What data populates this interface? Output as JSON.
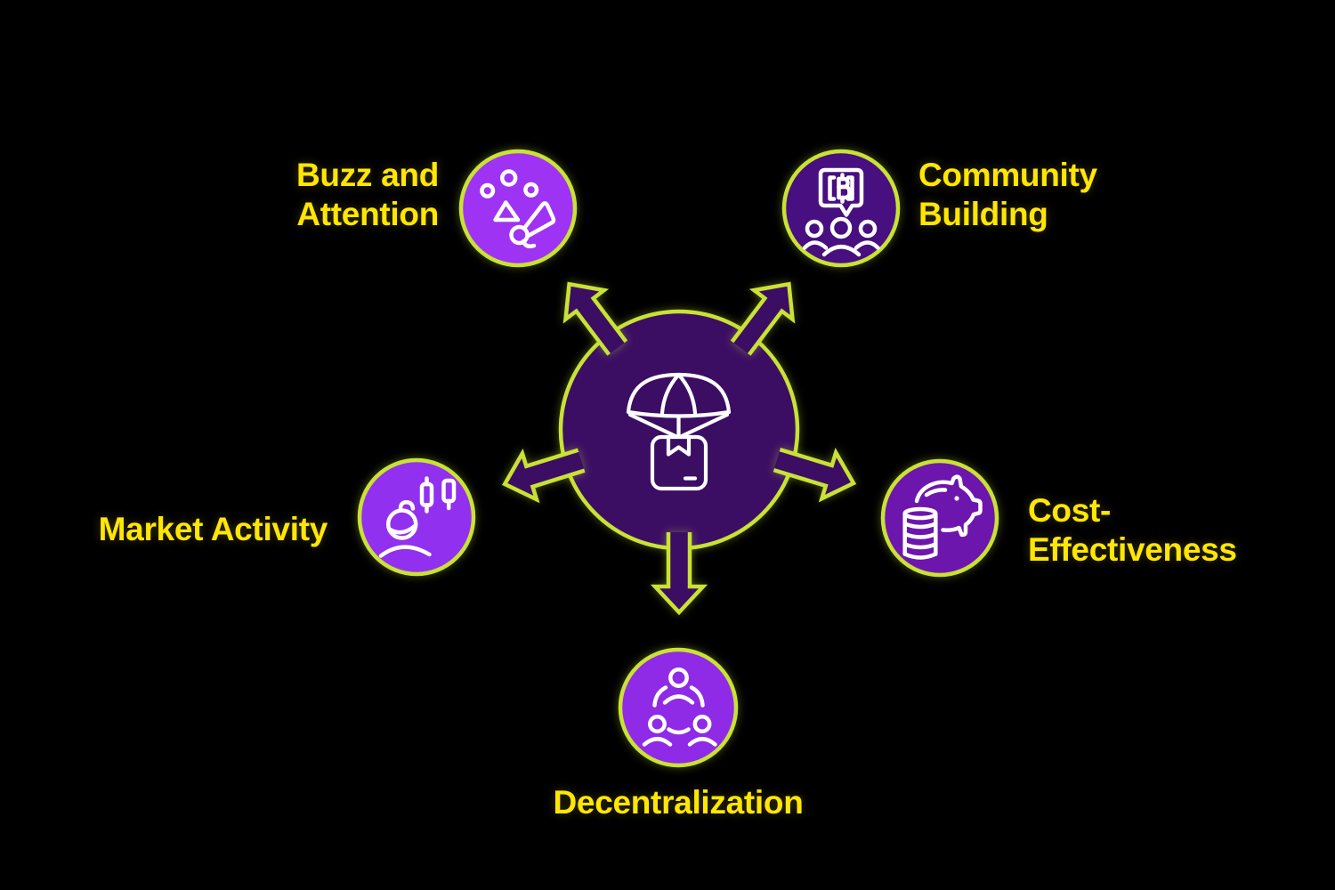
{
  "colors": {
    "background": "#000000",
    "accent_green": "#c9e235",
    "label_yellow": "#ffe606",
    "hub_purple": "#3b0e64",
    "icon_white": "#ffffff"
  },
  "hub": {
    "icon": "airdrop-parachute-box-icon"
  },
  "nodes": [
    {
      "id": "buzz-and-attention",
      "label": "Buzz and\nAttention",
      "icon": "megaphone-icon",
      "fill": "#9e33f3"
    },
    {
      "id": "community-building",
      "label": "Community\nBuilding",
      "icon": "bitcoin-speech-community-icon",
      "fill": "#470f80"
    },
    {
      "id": "market-activity",
      "label": "Market Activity",
      "icon": "trader-candlesticks-icon",
      "fill": "#9230f0"
    },
    {
      "id": "cost-effectiveness",
      "label": "Cost-\nEffectiveness",
      "icon": "piggy-bank-coins-icon",
      "fill": "#6d16ad"
    },
    {
      "id": "decentralization",
      "label": "Decentralization",
      "icon": "connected-people-icon",
      "fill": "#8f2ae6"
    }
  ]
}
